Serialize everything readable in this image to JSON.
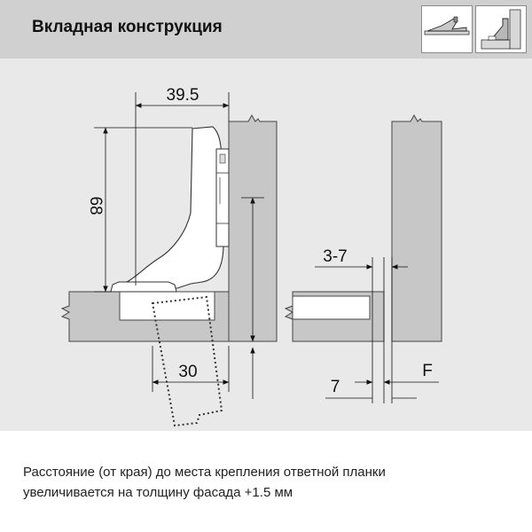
{
  "header": {
    "title": "Вкладная конструкция",
    "icons": [
      "hinge-side-view-icon",
      "hinge-inset-view-icon"
    ]
  },
  "drawing": {
    "dim_width_top": "39.5",
    "dim_height": "68",
    "dim_depth": "30",
    "dim_range": "3-7",
    "dim_offset": "7",
    "dim_facade": "F"
  },
  "caption": {
    "line1": "Расстояние (от края) до места крепления ответной планки",
    "line2": "увеличивается на толщину фасада +1.5 мм"
  }
}
